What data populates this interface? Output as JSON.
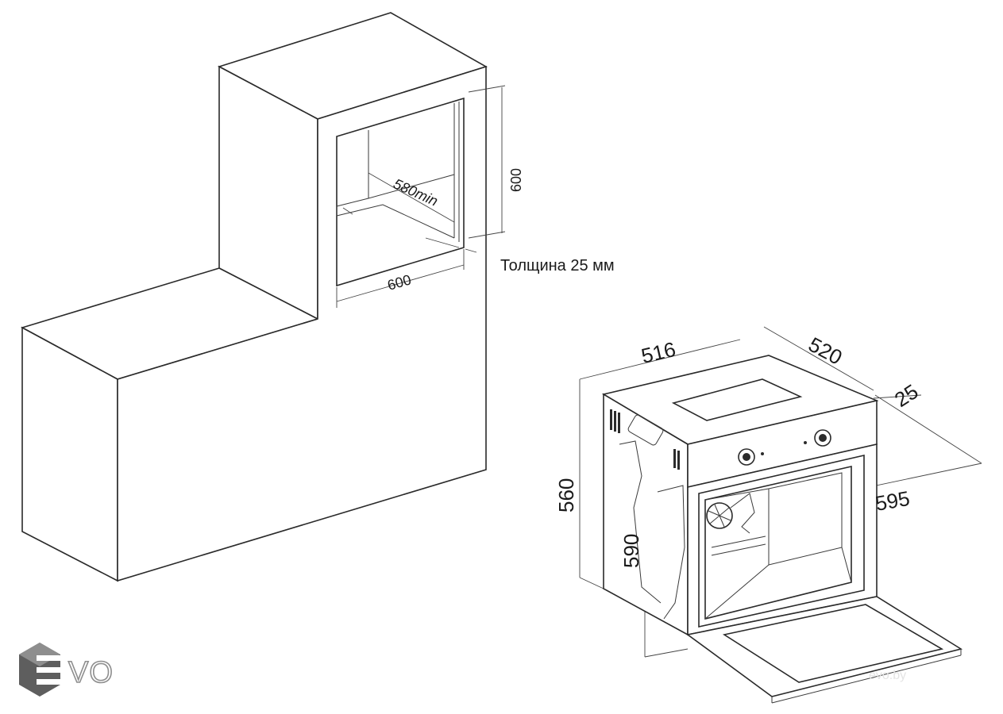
{
  "cabinet": {
    "dims": {
      "niche_depth": "580min",
      "niche_height": "600",
      "niche_width": "600"
    },
    "note": "Толщина 25 мм"
  },
  "oven": {
    "dims": {
      "depth_top": "516",
      "depth_side": "520",
      "front_thickness": "25",
      "height_body": "560",
      "width": "595",
      "height_front": "590"
    }
  },
  "brand": {
    "logo_text": "VO",
    "watermark": "evo.by"
  },
  "colors": {
    "logo_gray": "#8e8e8e",
    "logo_dark": "#5e5e5e"
  }
}
